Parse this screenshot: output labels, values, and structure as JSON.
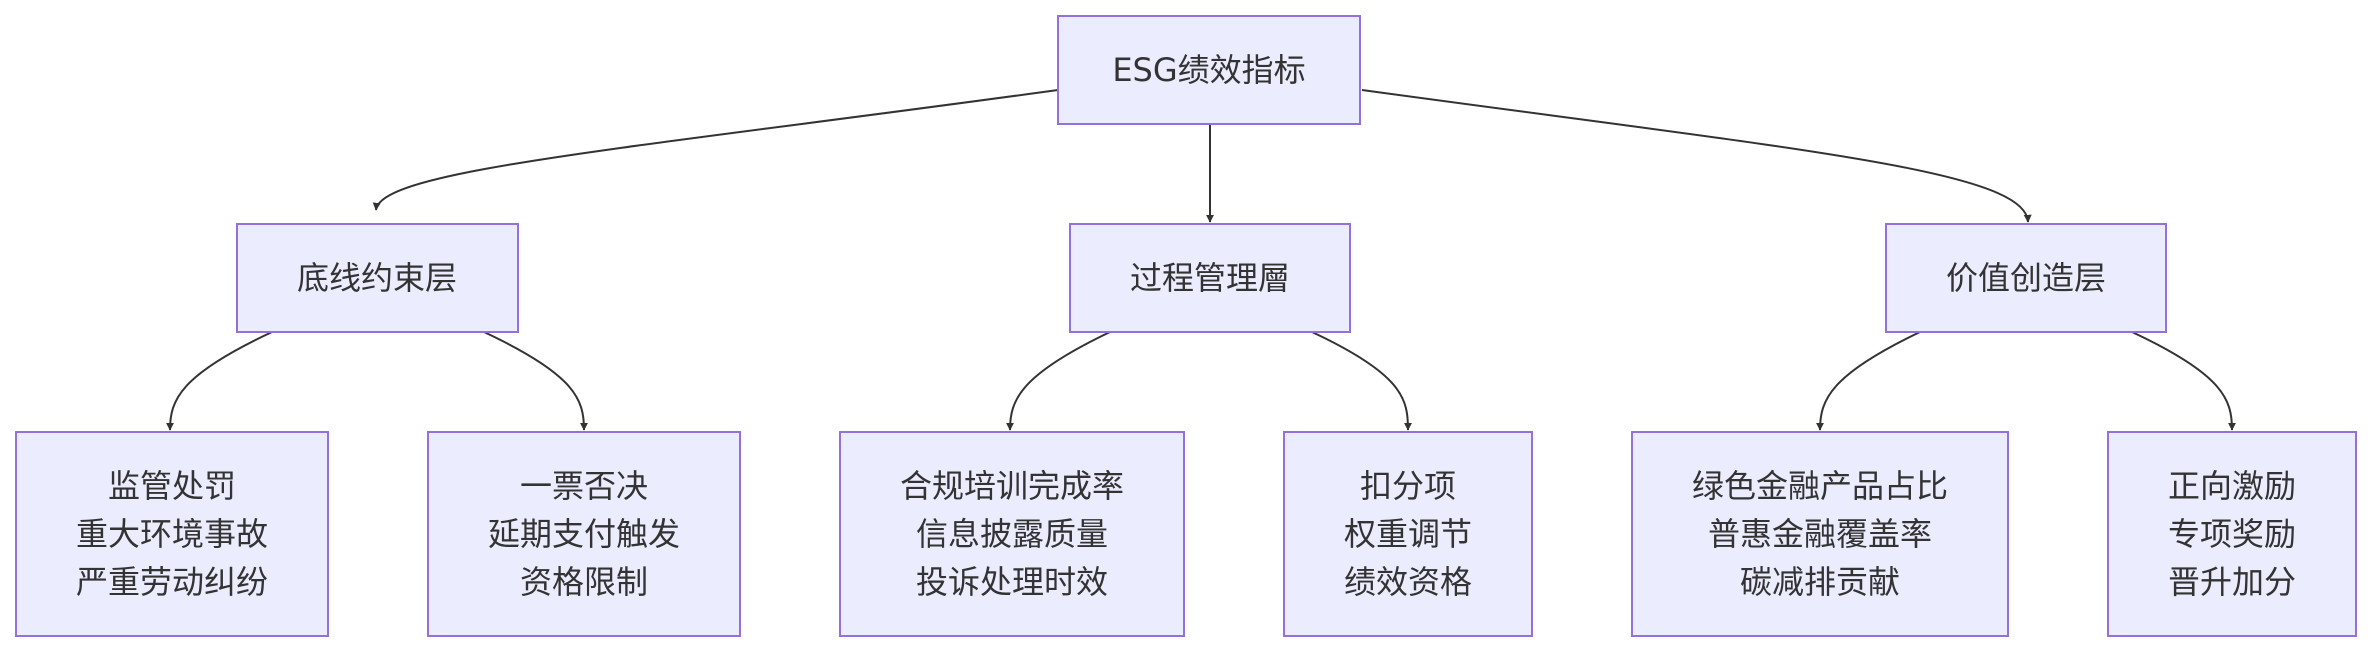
{
  "diagram": {
    "type": "tree",
    "root": {
      "label": "ESG绩效指标"
    },
    "layers": [
      {
        "label": "底线约束层",
        "children": [
          {
            "lines": [
              "监管处罚",
              "重大环境事故",
              "严重劳动纠纷"
            ]
          },
          {
            "lines": [
              "一票否决",
              "延期支付触发",
              "资格限制"
            ]
          }
        ]
      },
      {
        "label": "过程管理層",
        "children": [
          {
            "lines": [
              "合规培训完成率",
              "信息披露质量",
              "投诉处理时效"
            ]
          },
          {
            "lines": [
              "扣分项",
              "权重调节",
              "绩效资格"
            ]
          }
        ]
      },
      {
        "label": "价值创造层",
        "children": [
          {
            "lines": [
              "绿色金融产品占比",
              "普惠金融覆盖率",
              "碳减排贡献"
            ]
          },
          {
            "lines": [
              "正向激励",
              "专项奖励",
              "晋升加分"
            ]
          }
        ]
      }
    ],
    "colors": {
      "node_fill": "#ECECFF",
      "node_stroke": "#9370DB",
      "text": "#333333",
      "edge": "#333333"
    }
  }
}
